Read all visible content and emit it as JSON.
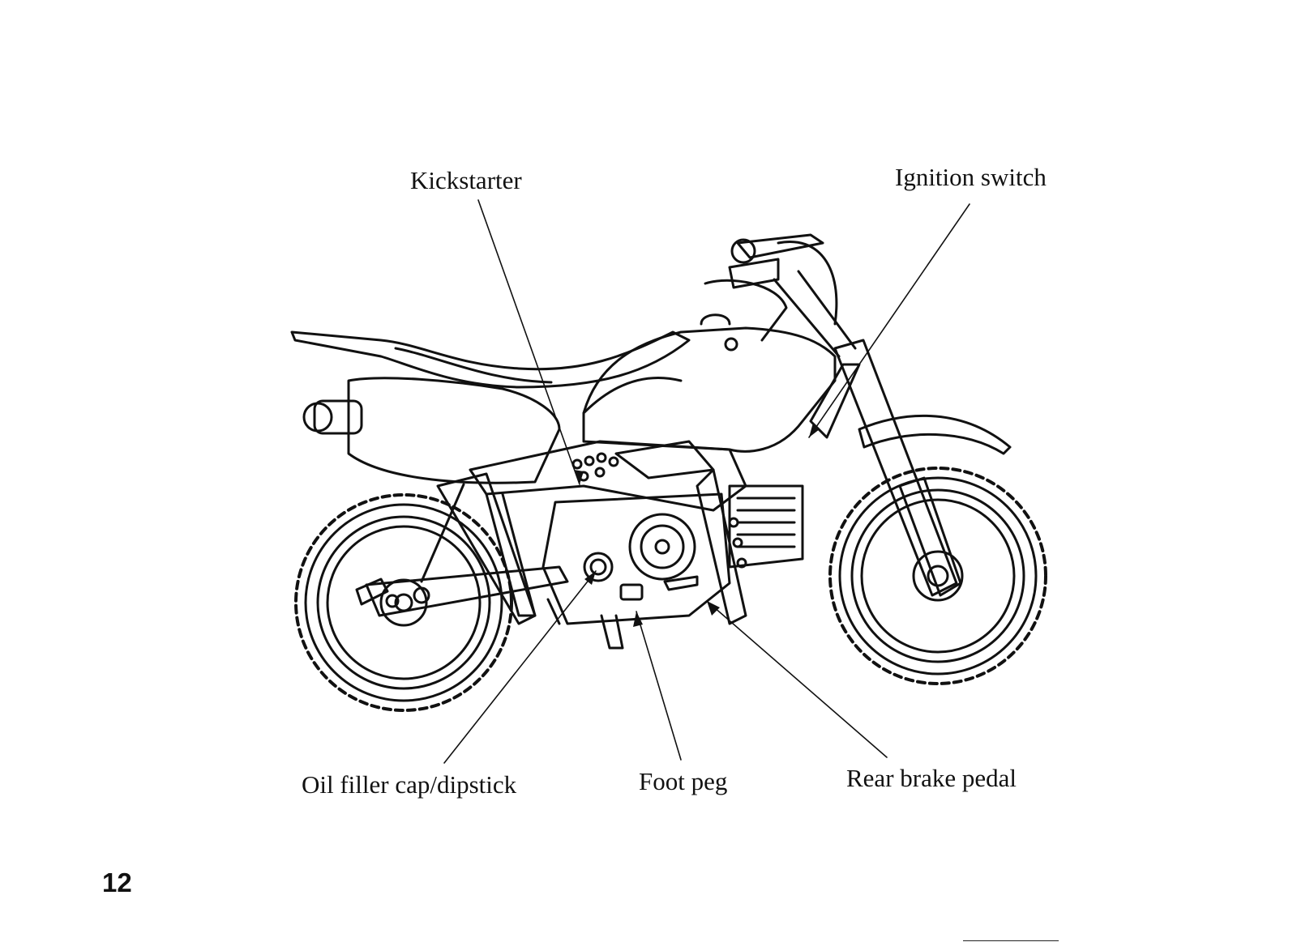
{
  "diagram": {
    "labels": {
      "kickstarter": "Kickstarter",
      "ignition_switch": "Ignition switch",
      "oil_filler_cap": "Oil filler cap/dipstick",
      "foot_peg": "Foot peg",
      "rear_brake_pedal": "Rear brake pedal"
    }
  },
  "page": {
    "number": "12"
  },
  "colors": {
    "ink": "#111111",
    "paper": "#ffffff"
  }
}
